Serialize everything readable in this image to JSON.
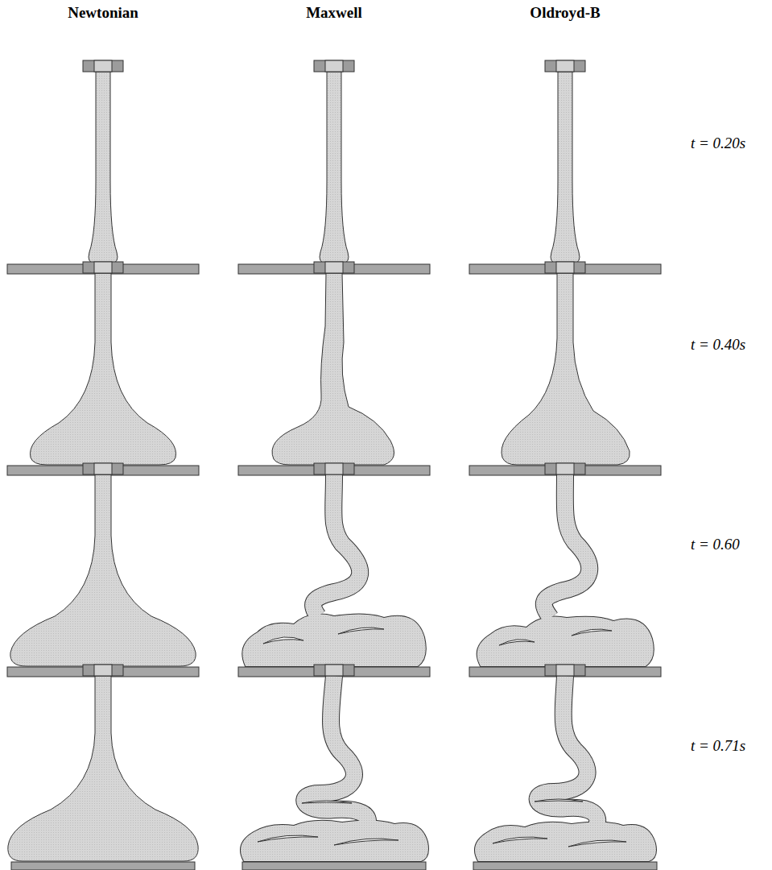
{
  "diagram": {
    "labels": [
      "Newtonian",
      "Maxwell",
      "Oldroyd-B",
      "t = 0.20s",
      "t = 0.40s",
      "t = 0.60",
      "t = 0.71s"
    ]
  }
}
